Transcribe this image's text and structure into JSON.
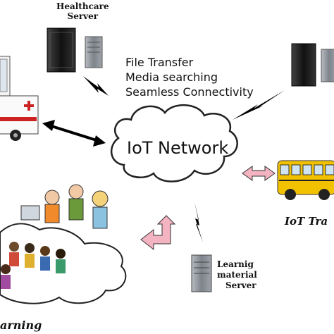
{
  "labels": {
    "healthcare_server": [
      "Healthcare",
      "Server"
    ],
    "services": [
      "File Transfer",
      "Media searching",
      "Seamless Connectivity"
    ],
    "iot_network": "IoT Network",
    "learning_server": [
      "Learnig",
      "material",
      "Server"
    ],
    "iot_transport": "IoT Tra",
    "learning": "arning"
  },
  "icons": [
    "server-tower-icon",
    "ambulance-icon",
    "school-bus-icon",
    "lightning-bolt-icon",
    "cloud-icon",
    "double-arrow-icon",
    "students-group-icon"
  ],
  "colors": {
    "cloud_stroke": "#222222",
    "ambulance_red": "#cc2222",
    "bus_yellow": "#f2c200",
    "pink_arrow": "#f3b3c0",
    "server_dark": "#1a1a1a",
    "server_gray": "#8a8f96"
  }
}
